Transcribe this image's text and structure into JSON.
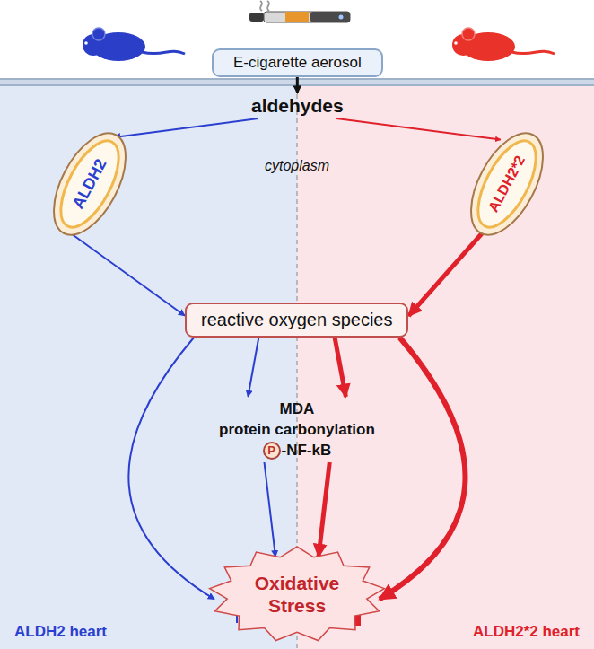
{
  "diagram": {
    "nodes": [
      {
        "text": [
          "E-cigarette aerosol"
        ]
      },
      {
        "text": [
          "aldehydes"
        ]
      },
      {
        "text": [
          "ALDH2"
        ]
      },
      {
        "text": [
          "ALDH2*2"
        ]
      },
      {
        "text": [
          "reactive oxygen species"
        ]
      },
      {
        "text": [
          "MDA",
          "protein carbonylation",
          "-NF-kB"
        ]
      },
      {
        "text": [
          "P"
        ],
        "in": 5
      },
      {
        "text": [
          "Oxidative Stress"
        ]
      }
    ],
    "edges": [
      {
        "from": 0,
        "to": 1,
        "arrow": "to"
      },
      {
        "from": 1,
        "to": 2,
        "arrow": "to"
      },
      {
        "from": 1,
        "to": 3,
        "arrow": "to"
      },
      {
        "from": 2,
        "to": 4,
        "arrow": "to"
      },
      {
        "from": 3,
        "to": 4,
        "arrow": "to"
      },
      {
        "from": 4,
        "to": 5,
        "arrow": "to"
      },
      {
        "from": 4,
        "to": 5,
        "arrow": "to"
      },
      {
        "from": 4,
        "to": 7,
        "arrow": "to"
      },
      {
        "from": 4,
        "to": 7,
        "arrow": "to"
      },
      {
        "from": 5,
        "to": 7,
        "arrow": "to"
      },
      {
        "from": 5,
        "to": 7,
        "arrow": "to"
      }
    ],
    "labels": [
      "cytoplasm",
      "ALDH2 heart",
      "ALDH2*2 heart"
    ]
  }
}
